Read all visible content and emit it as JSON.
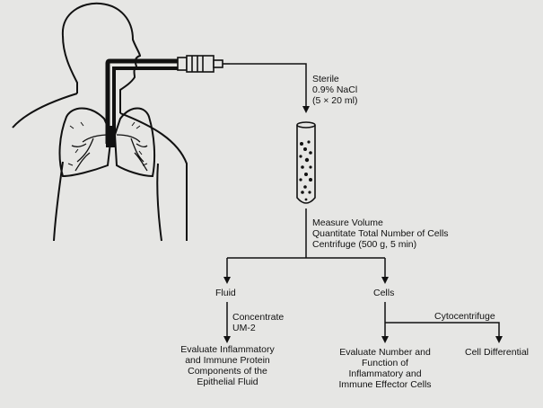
{
  "colors": {
    "background": "#e6e6e4",
    "ink": "#111111"
  },
  "icons": [
    "human-torso-lungs-icon",
    "syringe-icon",
    "test-tube-icon"
  ],
  "labels": {
    "sterile": "Sterile\n0.9% NaCl\n(5 × 20 ml)",
    "measure": "Measure Volume\nQuantitate Total Number of Cells\nCentrifuge (500 g, 5 min)",
    "fluid": "Fluid",
    "cells": "Cells",
    "concentrate": "Concentrate\nUM-2",
    "cytocentrifuge": "Cytocentrifuge",
    "evaluate_fluid": "Evaluate Inflammatory\nand Immune Protein\nComponents of the\nEpithelial Fluid",
    "evaluate_cells": "Evaluate Number and\nFunction of\nInflammatory and\nImmune Effector Cells",
    "cell_differential": "Cell Differential"
  }
}
